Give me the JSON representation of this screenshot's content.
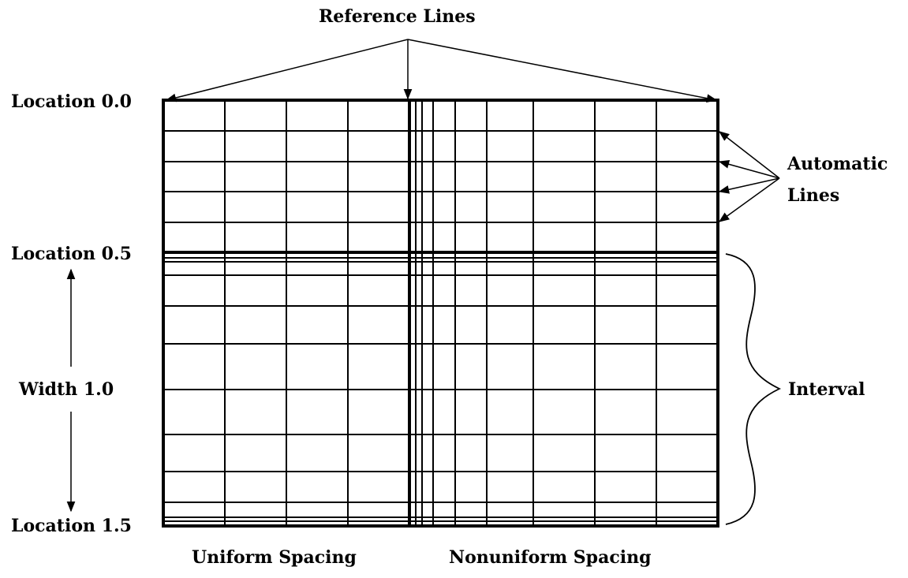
{
  "labels": {
    "title": "Reference Lines",
    "location_0": "Location 0.0",
    "location_05": "Location 0.5",
    "width": "Width 1.0",
    "location_15": "Location 1.5",
    "automatic_line1": "Automatic",
    "automatic_line2": "Lines",
    "interval": "Interval",
    "uniform": "Uniform Spacing",
    "nonuniform": "Nonuniform Spacing"
  }
}
